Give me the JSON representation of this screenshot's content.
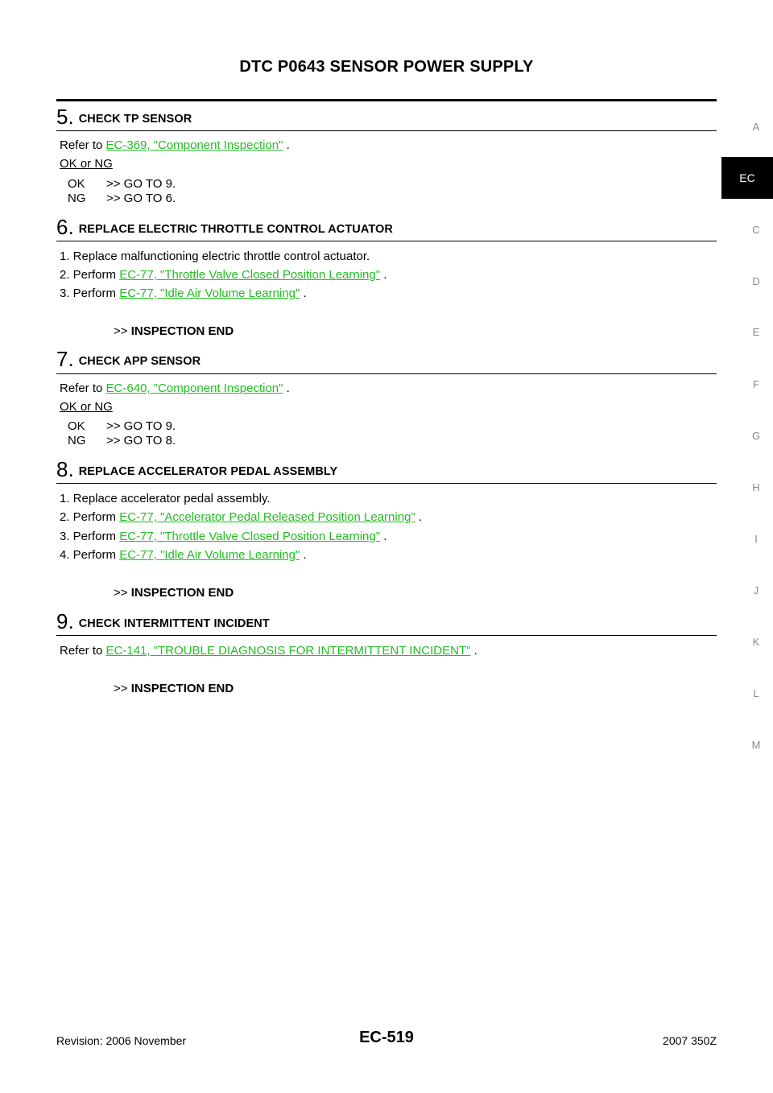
{
  "header": {
    "title": "DTC P0643 SENSOR POWER SUPPLY"
  },
  "side_tabs": [
    "A",
    "EC",
    "C",
    "D",
    "E",
    "F",
    "G",
    "H",
    "I",
    "J",
    "K",
    "L",
    "M"
  ],
  "steps": [
    {
      "num": "5.",
      "title": "CHECK TP SENSOR",
      "refer_prefix": "Refer to ",
      "refer_link": "EC-369, \"Component Inspection\"",
      "refer_suffix": " .",
      "ok_ng": "OK or NG",
      "ok_key": "OK",
      "ok_val": ">> GO TO 9.",
      "ng_key": "NG",
      "ng_val": ">> GO TO 6."
    },
    {
      "num": "6.",
      "title": "REPLACE ELECTRIC THROTTLE CONTROL ACTUATOR",
      "items": [
        {
          "prefix": "1.   Replace malfunctioning electric throttle control actuator.",
          "link": "",
          "suffix": ""
        },
        {
          "prefix": "2.   Perform ",
          "link": "EC-77, \"Throttle Valve Closed Position Learning\"",
          "suffix": " ."
        },
        {
          "prefix": "3.   Perform ",
          "link": "EC-77, \"Idle Air Volume Learning\"",
          "suffix": " ."
        }
      ],
      "end_arrow": ">>",
      "end_text": "INSPECTION END"
    },
    {
      "num": "7.",
      "title": "CHECK APP SENSOR",
      "refer_prefix": "Refer to ",
      "refer_link": "EC-640, \"Component Inspection\"",
      "refer_suffix": " .",
      "ok_ng": "OK or NG",
      "ok_key": "OK",
      "ok_val": ">> GO TO 9.",
      "ng_key": "NG",
      "ng_val": ">> GO TO 8."
    },
    {
      "num": "8.",
      "title": "REPLACE ACCELERATOR PEDAL ASSEMBLY",
      "items": [
        {
          "prefix": "1.   Replace accelerator pedal assembly.",
          "link": "",
          "suffix": ""
        },
        {
          "prefix": "2.   Perform ",
          "link": "EC-77, \"Accelerator Pedal Released Position Learning\"",
          "suffix": " ."
        },
        {
          "prefix": "3.   Perform ",
          "link": "EC-77, \"Throttle Valve Closed Position Learning\"",
          "suffix": " ."
        },
        {
          "prefix": "4.   Perform ",
          "link": "EC-77, \"Idle Air Volume Learning\"",
          "suffix": " ."
        }
      ],
      "end_arrow": ">>",
      "end_text": "INSPECTION END"
    },
    {
      "num": "9.",
      "title": "CHECK INTERMITTENT INCIDENT",
      "refer_prefix": "Refer to ",
      "refer_link": "EC-141, \"TROUBLE DIAGNOSIS FOR INTERMITTENT INCIDENT\"",
      "refer_suffix": " .",
      "end_arrow": ">>",
      "end_text": "INSPECTION END"
    }
  ],
  "footer": {
    "revision": "Revision: 2006 November",
    "page": "EC-519",
    "model": "2007 350Z"
  }
}
